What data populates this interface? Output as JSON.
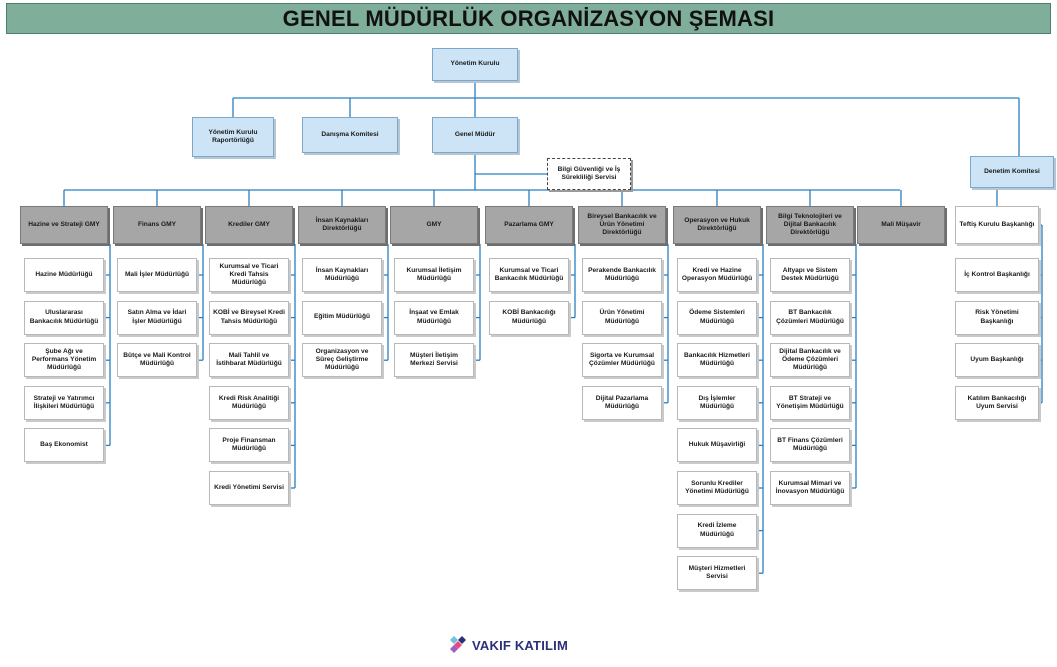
{
  "title": "GENEL MÜDÜRLÜK ORGANİZASYON ŞEMASI",
  "colors": {
    "title_bg": "#7fae9a",
    "board": "#cce4f6",
    "gmy": "#a6a6a6",
    "line": "#2a7fbf"
  },
  "top": {
    "board": "Yönetim Kurulu",
    "reporting": "Yönetim Kurulu Raportörlüğü",
    "advisory": "Danışma Komitesi",
    "gm": "Genel Müdür",
    "security": "Bilgi Güvenliği ve İş Sürekliliği Servisi",
    "audit_committee": "Denetim Komitesi"
  },
  "columns": [
    {
      "header": "Hazine ve Strateji GMY",
      "items": [
        "Hazine Müdürlüğü",
        "Uluslararası Bankacılık Müdürlüğü",
        "Şube Ağı ve Performans Yönetim Müdürlüğü",
        "Strateji ve Yatırımcı İlişkileri Müdürlüğü",
        "Baş Ekonomist"
      ]
    },
    {
      "header": "Finans GMY",
      "items": [
        "Mali İşler Müdürlüğü",
        "Satın Alma ve İdari İşler Müdürlüğü",
        "Bütçe ve Mali Kontrol Müdürlüğü"
      ]
    },
    {
      "header": "Krediler GMY",
      "items": [
        "Kurumsal ve Ticari Kredi Tahsis Müdürlüğü",
        "KOBİ ve Bireysel Kredi Tahsis Müdürlüğü",
        "Mali Tahlil ve İstihbarat Müdürlüğü",
        "Kredi Risk Analitiği Müdürlüğü",
        "Proje Finansman Müdürlüğü",
        "Kredi Yönetimi Servisi"
      ]
    },
    {
      "header": "İnsan Kaynakları Direktörlüğü",
      "items": [
        "İnsan Kaynakları Müdürlüğü",
        "Eğitim Müdürlüğü",
        "Organizasyon ve Süreç Geliştirme Müdürlüğü"
      ]
    },
    {
      "header": "GMY",
      "items": [
        "Kurumsal İletişim Müdürlüğü",
        "İnşaat ve Emlak Müdürlüğü",
        "Müşteri İletişim Merkezi Servisi"
      ]
    },
    {
      "header": "Pazarlama GMY",
      "items": [
        "Kurumsal ve Ticari Bankacılık Müdürlüğü",
        "KOBİ Bankacılığı Müdürlüğü"
      ]
    },
    {
      "header": "Bireysel Bankacılık ve Ürün Yönetimi Direktörlüğü",
      "items": [
        "Perakende Bankacılık Müdürlüğü",
        "Ürün Yönetimi Müdürlüğü",
        "Sigorta ve Kurumsal Çözümler Müdürlüğü",
        "Dijital Pazarlama Müdürlüğü"
      ]
    },
    {
      "header": "Operasyon ve Hukuk Direktörlüğü",
      "items": [
        "Kredi ve Hazine Operasyon Müdürlüğü",
        "Ödeme Sistemleri Müdürlüğü",
        "Bankacılık Hizmetleri Müdürlüğü",
        "Dış İşlemler Müdürlüğü",
        "Hukuk Müşavirliği",
        "Sorunlu Krediler Yönetimi Müdürlüğü",
        "Kredi İzleme Müdürlüğü",
        "Müşteri Hizmetleri Servisi"
      ]
    },
    {
      "header": "Bilgi Teknolojileri ve Dijital Bankacılık Direktörlüğü",
      "items": [
        "Altyapı ve Sistem Destek Müdürlüğü",
        "BT Bankacılık Çözümleri Müdürlüğü",
        "Dijital Bankacılık ve Ödeme Çözümleri Müdürlüğü",
        "BT Strateji ve Yönetişim Müdürlüğü",
        "BT Finans Çözümleri Müdürlüğü",
        "Kurumsal Mimari ve İnovasyon Müdürlüğü"
      ]
    },
    {
      "header": "Mali Müşavir",
      "items": []
    }
  ],
  "audit": {
    "header": "Teftiş Kurulu Başkanlığı",
    "items": [
      "İç Kontrol Başkanlığı",
      "Risk Yönetimi Başkanlığı",
      "Uyum Başkanlığı",
      "Katılım Bankacılığı Uyum Servisi"
    ]
  },
  "logo_text": "VAKIF KATILIM"
}
